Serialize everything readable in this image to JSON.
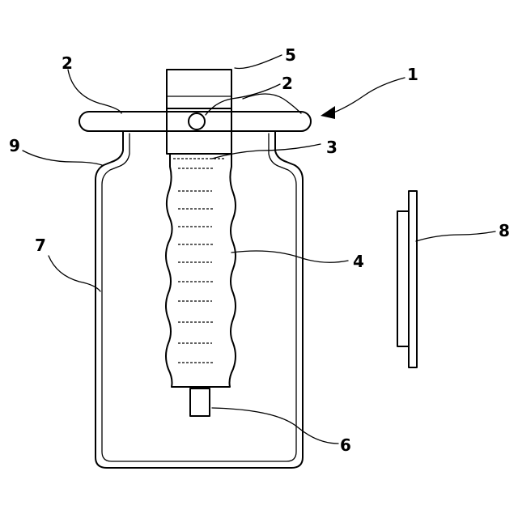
{
  "labels": {
    "device": "1",
    "arm_left": "2",
    "arm_right": "2",
    "collar": "3",
    "bellows": "4",
    "cap": "5",
    "spout": "6",
    "container": "7",
    "plate": "8",
    "neck": "9"
  }
}
